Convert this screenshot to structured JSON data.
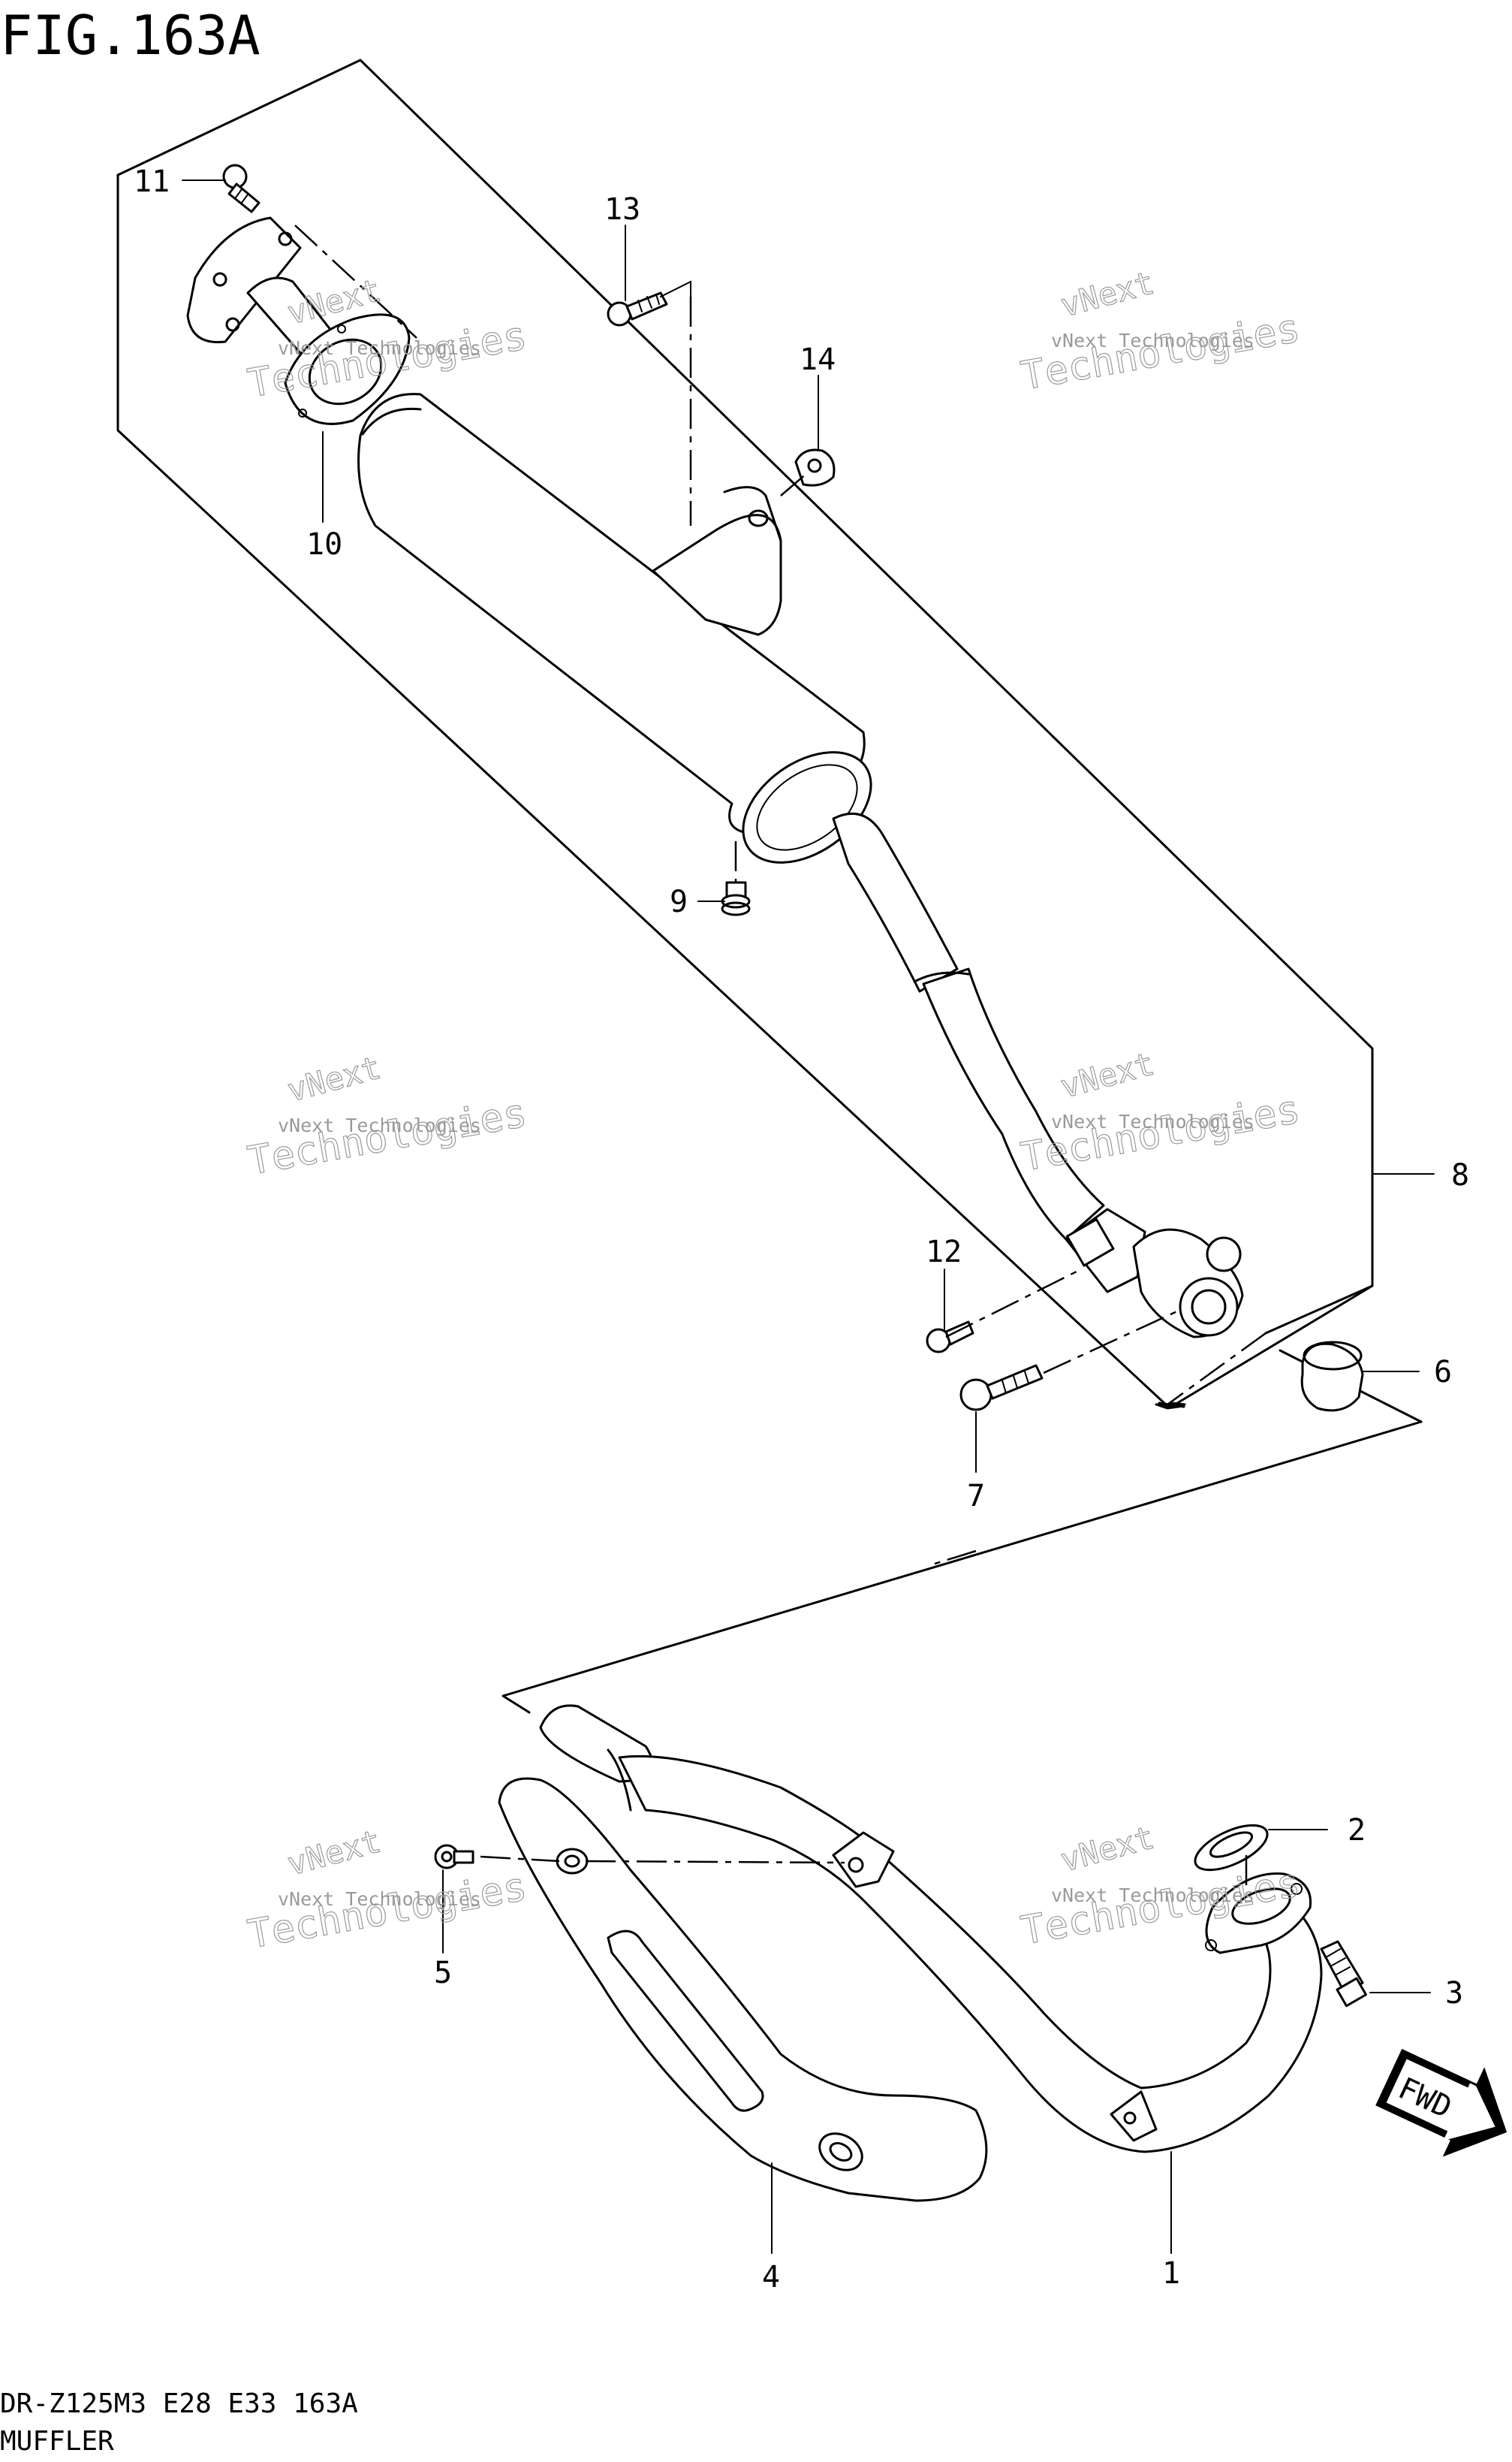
{
  "figure": {
    "title": "FIG.163A",
    "model_line": "DR-Z125M3 E28 E33 163A",
    "caption": "MUFFLER"
  },
  "watermark": {
    "line1": "vNext",
    "line2": "vNext Technologies",
    "line3": "Technologies"
  },
  "callouts": [
    {
      "id": "c1",
      "label": "1"
    },
    {
      "id": "c2",
      "label": "2"
    },
    {
      "id": "c3",
      "label": "3"
    },
    {
      "id": "c4",
      "label": "4"
    },
    {
      "id": "c5",
      "label": "5"
    },
    {
      "id": "c6",
      "label": "6"
    },
    {
      "id": "c7",
      "label": "7"
    },
    {
      "id": "c8",
      "label": "8"
    },
    {
      "id": "c9",
      "label": "9"
    },
    {
      "id": "c10",
      "label": "10"
    },
    {
      "id": "c11",
      "label": "11"
    },
    {
      "id": "c12",
      "label": "12"
    },
    {
      "id": "c13",
      "label": "13"
    },
    {
      "id": "c14",
      "label": "14"
    }
  ],
  "fwd_label": "FWD"
}
